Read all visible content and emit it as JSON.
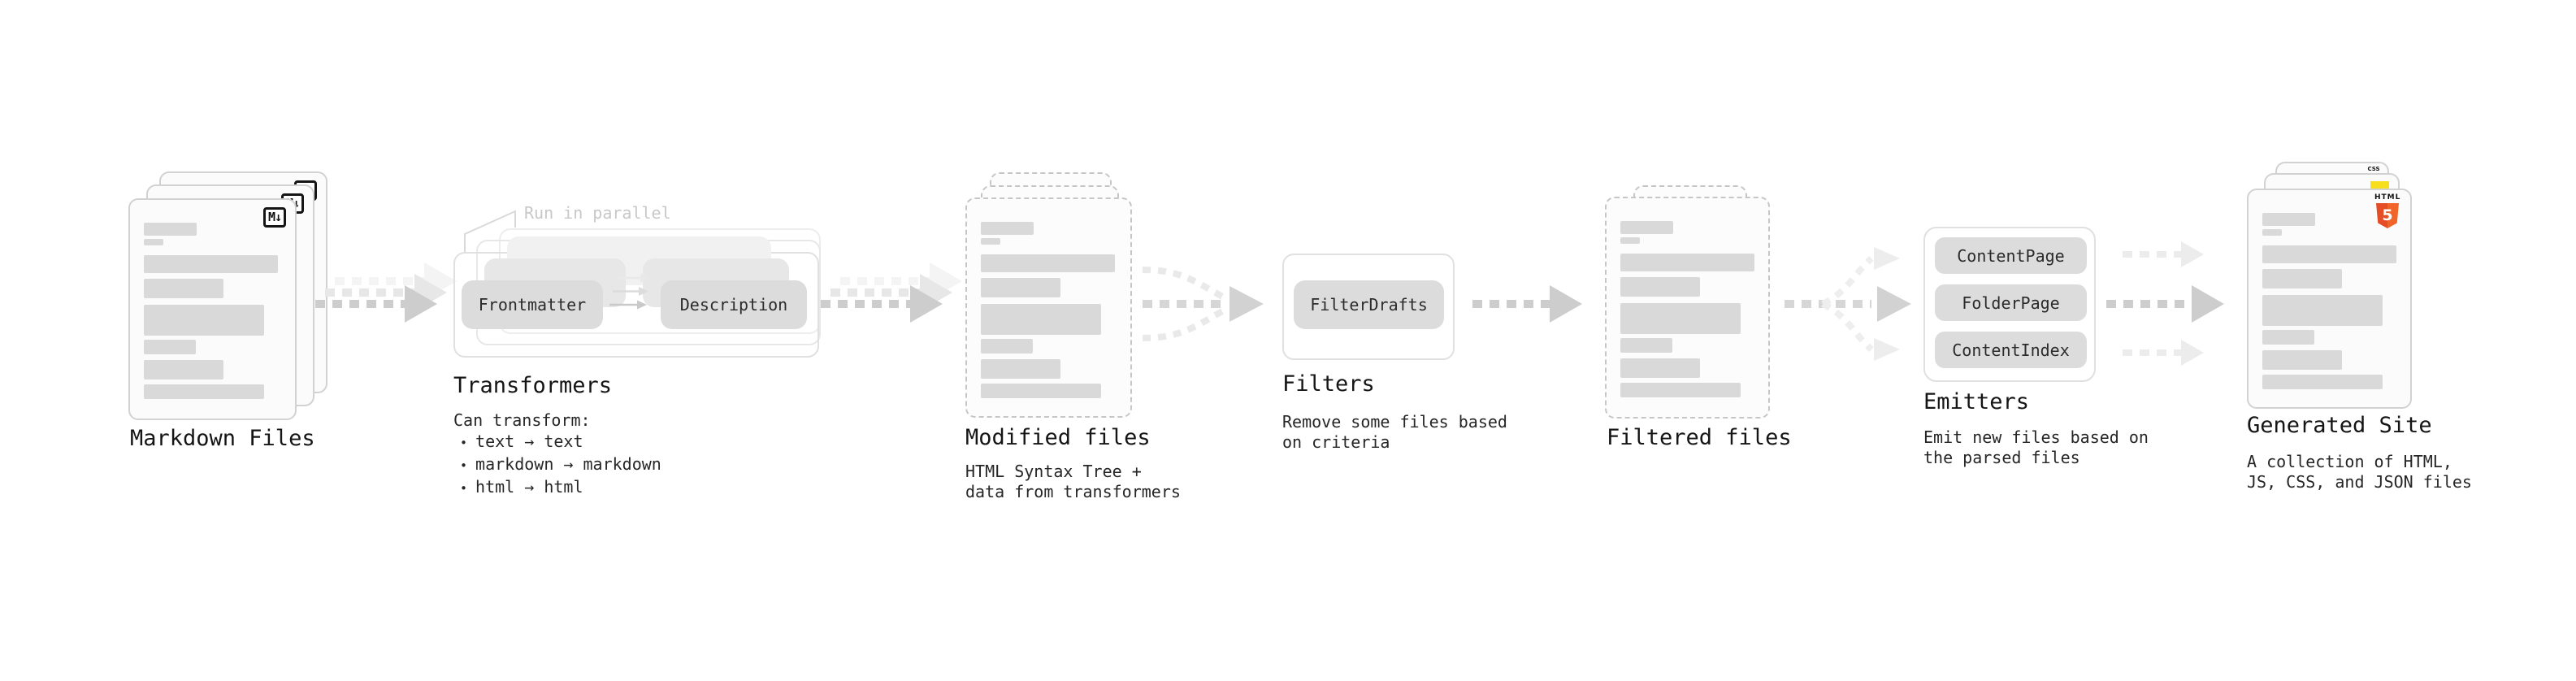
{
  "colors": {
    "arrow_gray": "#cdcdcd",
    "bar_gray": "#d9d9d9",
    "pill_gray": "#dcdcdc",
    "outline_gray": "#e0e0e0",
    "annotation_gray": "#c8c8c8",
    "html5_orange": "#e44d26",
    "js_yellow": "#f7df1e",
    "css_blue": "#2965f1"
  },
  "stages": {
    "markdown_files": {
      "title": "Markdown Files",
      "badge": "M↓"
    },
    "transformers": {
      "title": "Transformers",
      "annotation": "Run in parallel",
      "pill_left": "Frontmatter",
      "pill_right": "Description",
      "caption_heading": "Can transform:",
      "bullet_marker": "•",
      "bullets": [
        "text → text",
        "markdown → markdown",
        "html → html"
      ]
    },
    "modified_files": {
      "title": "Modified files",
      "caption": [
        "HTML Syntax Tree +",
        "data from transformers"
      ]
    },
    "filters": {
      "title": "Filters",
      "pill": "FilterDrafts",
      "caption": [
        "Remove some files based",
        "on criteria"
      ]
    },
    "filtered_files": {
      "title": "Filtered files"
    },
    "emitters": {
      "title": "Emitters",
      "pills": [
        "ContentPage",
        "FolderPage",
        "ContentIndex"
      ],
      "caption": [
        "Emit new files based on",
        "the parsed files"
      ]
    },
    "generated_site": {
      "title": "Generated Site",
      "caption": [
        "A collection of HTML,",
        "JS, CSS, and JSON files"
      ],
      "css_badge": "CSS",
      "html_badge_label": "HTML",
      "html_badge_number": "5"
    }
  }
}
